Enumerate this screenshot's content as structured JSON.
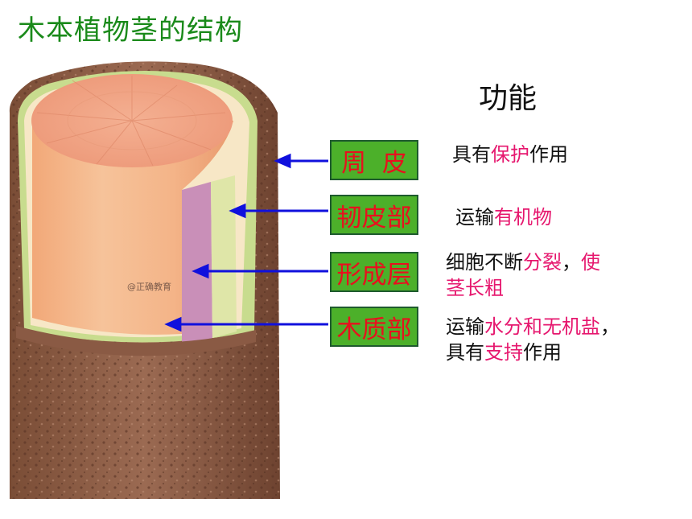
{
  "title": "木本植物茎的结构",
  "function_heading": "功能",
  "watermark": "@正确教育",
  "structures": [
    {
      "name": "周  皮",
      "function": [
        [
          {
            "t": "具有",
            "h": false
          },
          {
            "t": "保护",
            "h": true
          },
          {
            "t": "作用",
            "h": false
          }
        ]
      ]
    },
    {
      "name": "韧皮部",
      "function": [
        [
          {
            "t": "运输",
            "h": false
          },
          {
            "t": "有机物",
            "h": true
          }
        ]
      ]
    },
    {
      "name": "形成层",
      "function": [
        [
          {
            "t": "细胞不断",
            "h": false
          },
          {
            "t": "分裂",
            "h": true
          },
          {
            "t": "，",
            "h": false
          },
          {
            "t": "使",
            "h": true
          }
        ],
        [
          {
            "t": "茎长粗",
            "h": true
          }
        ]
      ]
    },
    {
      "name": "木质部",
      "function": [
        [
          {
            "t": "运输",
            "h": false
          },
          {
            "t": "水分和无机盐",
            "h": true
          },
          {
            "t": "，",
            "h": false
          }
        ],
        [
          {
            "t": "具有",
            "h": false
          },
          {
            "t": "支持",
            "h": true
          },
          {
            "t": "作用",
            "h": false
          }
        ]
      ]
    }
  ],
  "colors": {
    "title": "#1a8a1a",
    "label_box": "#4cb02a",
    "label_text": "#e8101e",
    "highlight": "#e6176e",
    "arrow": "#1010dd"
  }
}
